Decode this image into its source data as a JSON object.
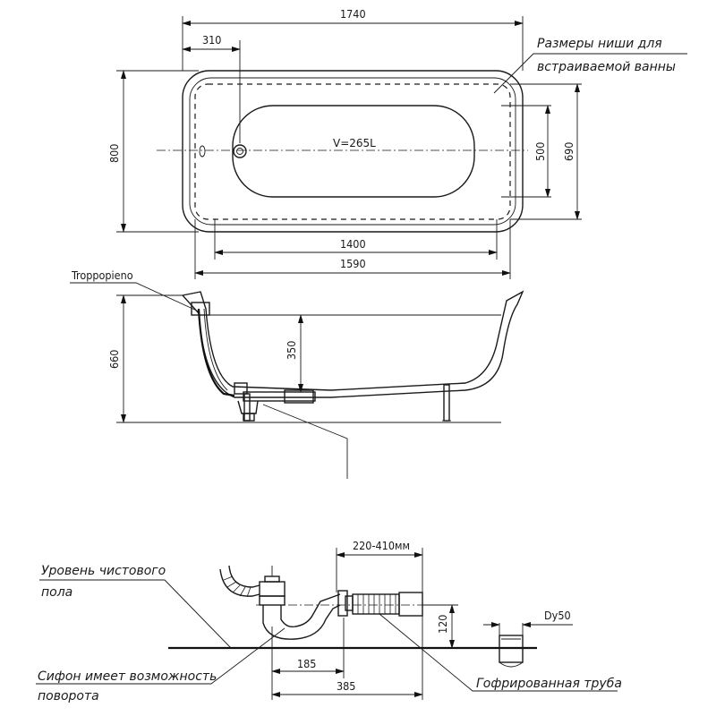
{
  "top_view": {
    "dim_length": "1740",
    "dim_drain_offset": "310",
    "dim_width": "800",
    "dim_inner_width": "500",
    "dim_niche_width": "690",
    "dim_inner_length": "1400",
    "dim_niche_length": "1590",
    "volume": "V=265L",
    "niche_note_line1": "Размеры ниши для",
    "niche_note_line2": "встраиваемой ванны"
  },
  "side_view": {
    "overflow_label": "Troppopieno",
    "dim_height": "660",
    "dim_depth": "350"
  },
  "siphon_view": {
    "floor_level_line1": "Уровень чистового",
    "floor_level_line2": "пола",
    "dim_range": "220-410мм",
    "dim_height": "120",
    "dim_pipe": "Dy50",
    "dim_185": "185",
    "dim_385": "385",
    "siphon_note_line1": "Сифон имеет возможность",
    "siphon_note_line2": "поворота",
    "corrugated_label": "Гофрированная труба"
  }
}
